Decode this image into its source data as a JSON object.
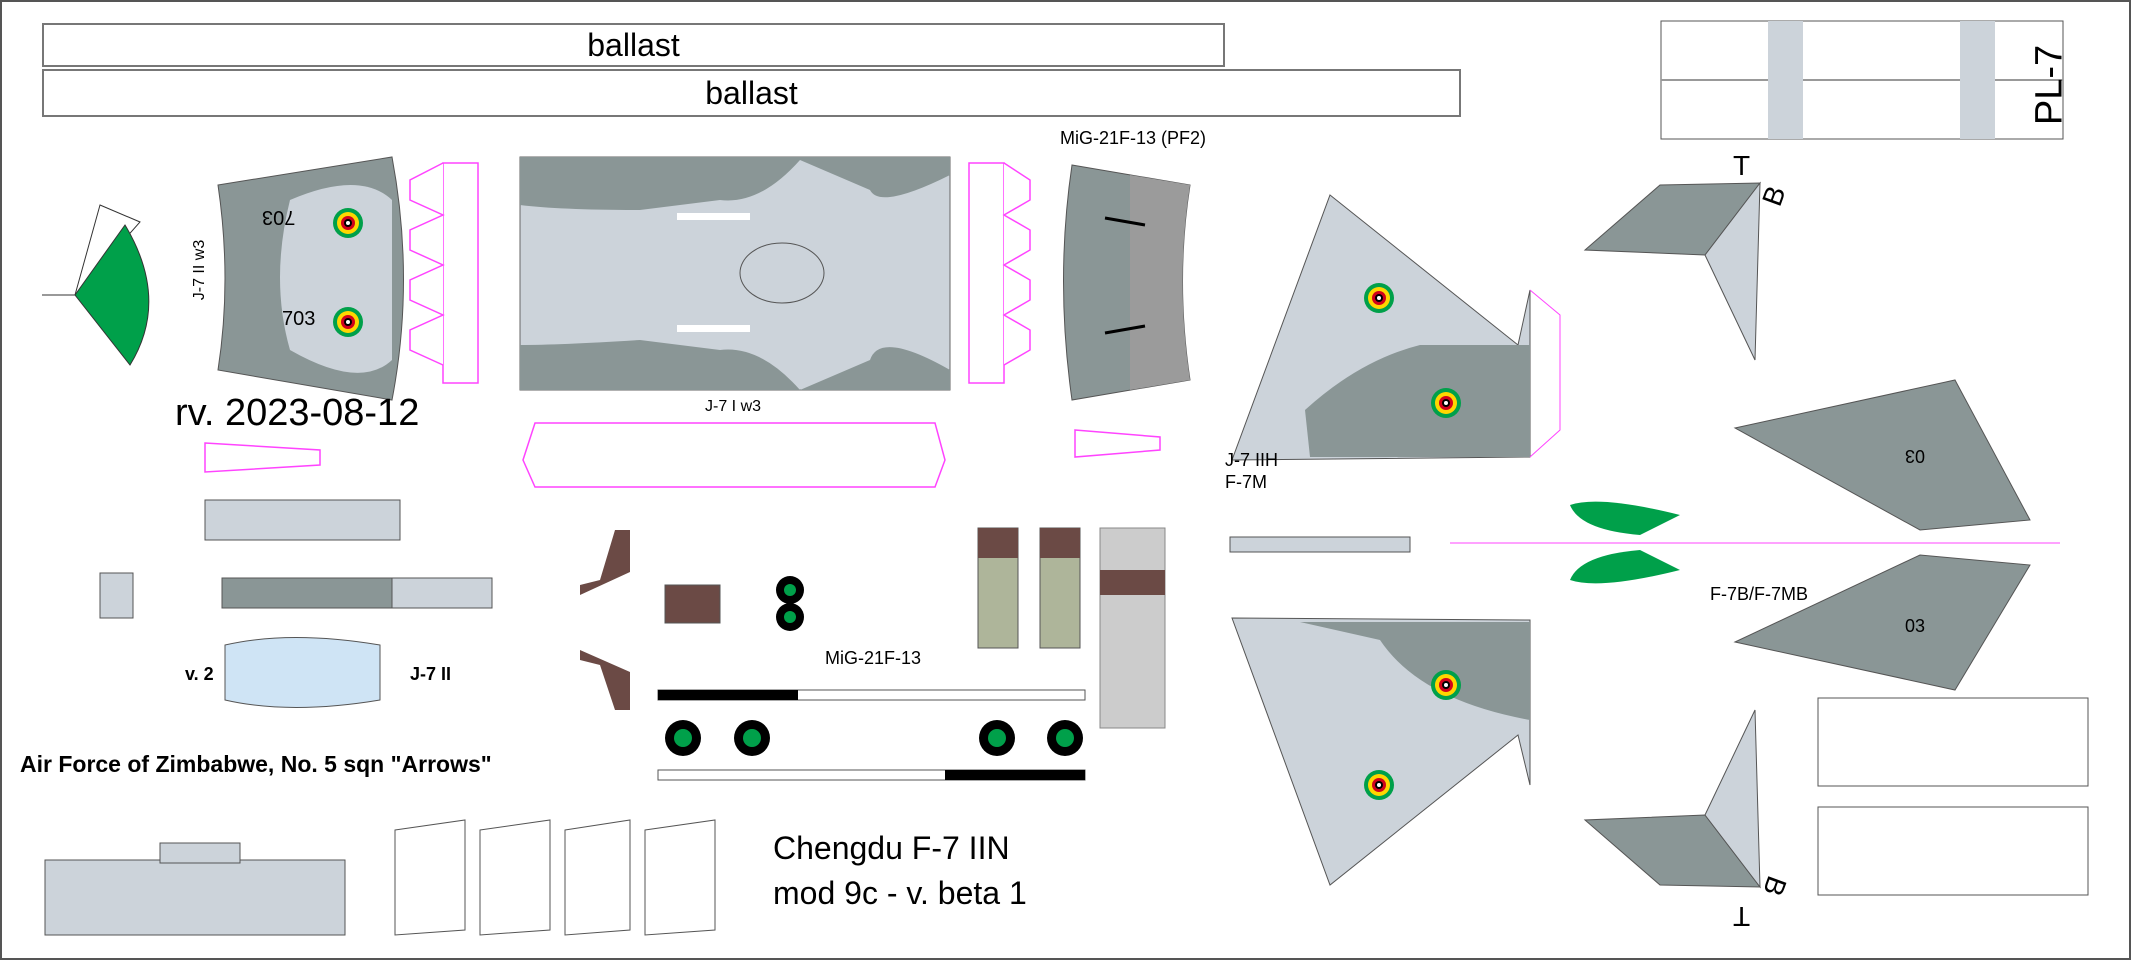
{
  "ballast_labels": [
    "ballast",
    "ballast"
  ],
  "labels": {
    "mig_pf2": "MiG-21F-13 (PF2)",
    "pl7": "PL-7",
    "revision": "rv. 2023-08-12",
    "j7_i_w3": "J-7 I w3",
    "j7_ii_w3": "J-7 II w3",
    "j7_iih": "J-7 IIH",
    "f7m": "F-7M",
    "f7b": "F-7B/F-7MB",
    "v2": "v. 2",
    "j7_ii": "J-7 II",
    "mig21f13": "MiG-21F-13",
    "unit": "Air Force of Zimbabwe, No. 5 sqn \"Arrows\"",
    "title_line1": "Chengdu F-7 IIN",
    "title_line2": "mod 9c - v. beta 1",
    "top_marker_1": "T",
    "bottom_marker_1": "B",
    "top_marker_2": "T",
    "bottom_marker_2": "B"
  },
  "decals": {
    "serial_a": "703",
    "serial_b": "703",
    "serial_c": "03",
    "serial_d": "03"
  },
  "colors": {
    "camo_dark": "#8a9696",
    "camo_light": "#ccd3da",
    "fin_green": "#00a04a",
    "glue_tab": "#ff44ff",
    "roundel_red": "#d0021b",
    "roundel_yellow": "#ffd600",
    "gear_brown": "#6b4a45",
    "gear_olive": "#aeb59a"
  }
}
